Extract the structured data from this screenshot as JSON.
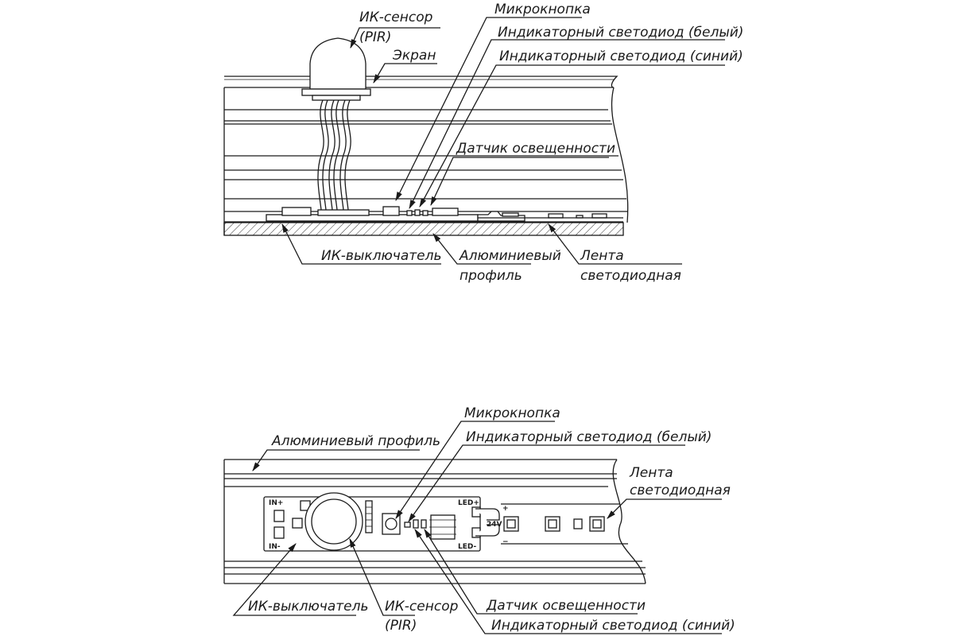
{
  "top_view": {
    "ir_sensor": {
      "line1": "ИК-сенсор",
      "line2": "(PIR)"
    },
    "screen": "Экран",
    "micro_button": "Микрокнопка",
    "led_white": "Индикаторный светодиод (белый)",
    "led_blue": "Индикаторный светодиод (синий)",
    "light_sensor": "Датчик освещенности",
    "ir_switch": "ИК-выключатель",
    "aluminum_profile": {
      "line1": "Алюминиевый",
      "line2": "профиль"
    },
    "led_strip": {
      "line1": "Лента",
      "line2": "светодиодная"
    }
  },
  "bottom_view": {
    "micro_button": "Микрокнопка",
    "aluminum_profile": "Алюминиевый профиль",
    "led_white": "Индикаторный светодиод (белый)",
    "led_strip": {
      "line1": "Лента",
      "line2": "светодиодная"
    },
    "board_marks": {
      "in_plus": "IN+",
      "in_minus": "IN-",
      "led_plus": "LED+",
      "led_minus": "LED-",
      "plus": "+",
      "minus": "−",
      "voltage": "24V"
    },
    "ir_switch": "ИК-выключатель",
    "ir_sensor": {
      "line1": "ИК-сенсор",
      "line2": "(PIR)"
    },
    "light_sensor": "Датчик освещенности",
    "led_blue": "Индикаторный светодиод (синий)"
  }
}
